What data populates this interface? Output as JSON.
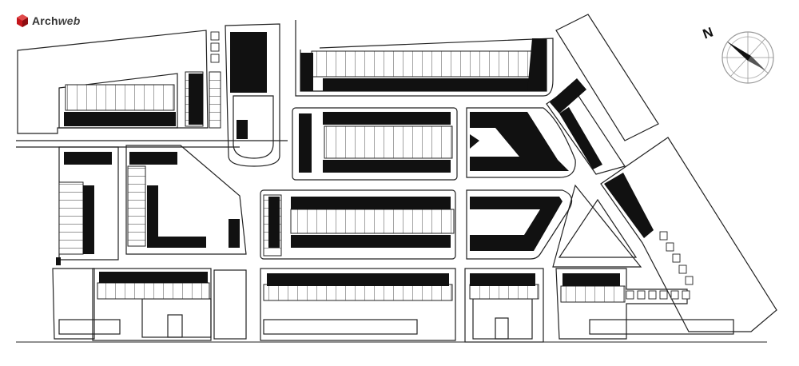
{
  "brand": {
    "name_part1": "Arch",
    "name_part2": "web",
    "logo_icon": "archweb-cube-icon",
    "accent": "#c4161c"
  },
  "compass": {
    "letter": "N",
    "icon": "north-arrow-compass-icon"
  },
  "colors": {
    "ink": "#111111",
    "line": "#222222",
    "paper": "#ffffff"
  }
}
